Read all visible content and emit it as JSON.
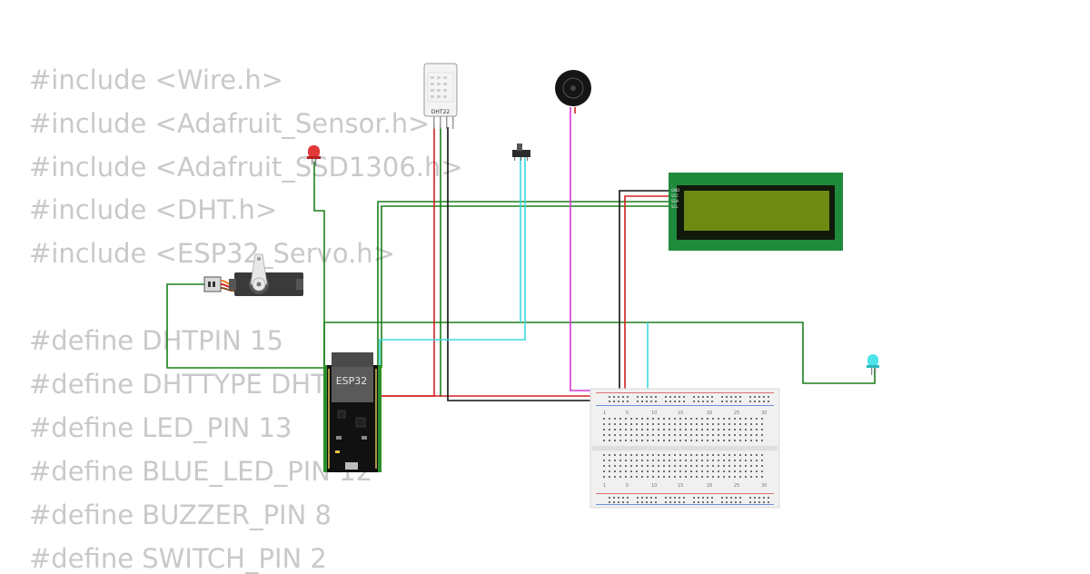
{
  "code_lines": [
    "#include <Wire.h>",
    "#include <Adafruit_Sensor.h>",
    "#include <Adafruit_SSD1306.h>",
    "#include <DHT.h>",
    "#include <ESP32_Servo.h>",
    "#define DHTPIN 15",
    "#define DHTTYPE DHT22",
    "#define LED_PIN 13",
    "#define BLUE_LED_PIN 12",
    "#define BUZZER_PIN 8",
    "#define SWITCH_PIN 2"
  ],
  "components": {
    "dht_label": "DHT22",
    "esp32_label": "ESP32",
    "lcd_pins": [
      "GND",
      "VCC",
      "SDA",
      "SCL"
    ],
    "breadboard_numbers": [
      "1",
      "5",
      "10",
      "15",
      "20",
      "25",
      "30"
    ]
  },
  "colors": {
    "code_text": "#c9c9c9",
    "wire_green": "#1b7f1b",
    "wire_cyan": "#3fd8e0",
    "wire_red": "#d42020",
    "wire_black": "#111111",
    "wire_magenta": "#d83ad8",
    "lcd_pcb": "#1f8a3c",
    "lcd_screen": "#6e8a12"
  }
}
